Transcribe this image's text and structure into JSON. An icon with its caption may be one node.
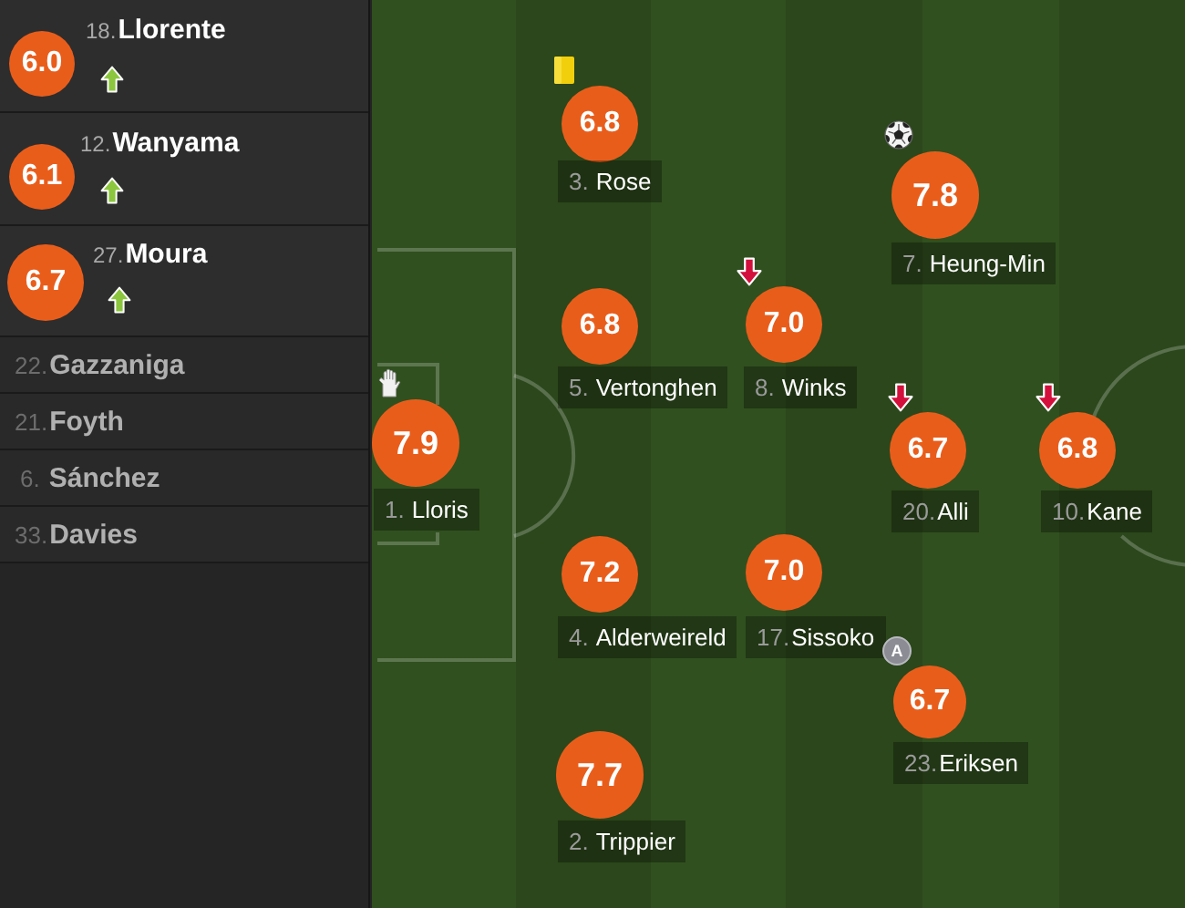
{
  "diagram": {
    "nodes": [
      {
        "text": [
          "18.",
          "Llorente"
        ]
      },
      {
        "text": [
          "6.0"
        ],
        "in": 0
      },
      {
        "text": [
          "12.",
          "Wanyama"
        ]
      },
      {
        "text": [
          "6.1"
        ],
        "in": 2
      },
      {
        "text": [
          "27.",
          "Moura"
        ]
      },
      {
        "text": [
          "6.7"
        ],
        "in": 4
      },
      {
        "text": [
          "22.",
          "Gazzaniga"
        ]
      },
      {
        "text": [
          "21.",
          "Foyth"
        ]
      },
      {
        "text": [
          "6.",
          "Sánchez"
        ]
      },
      {
        "text": [
          "33.",
          "Davies"
        ]
      },
      {
        "text": [
          "6.8"
        ]
      },
      {
        "text": [
          "3.",
          "Rose"
        ]
      },
      {
        "text": [
          "7.8"
        ]
      },
      {
        "text": [
          "7.",
          "Heung-Min"
        ]
      },
      {
        "text": [
          "6.8"
        ]
      },
      {
        "text": [
          "5.",
          "Vertonghen"
        ]
      },
      {
        "text": [
          "7.0"
        ]
      },
      {
        "text": [
          "8.",
          "Winks"
        ]
      },
      {
        "text": [
          "7.9"
        ]
      },
      {
        "text": [
          "1.",
          "Lloris"
        ]
      },
      {
        "text": [
          "6.7"
        ]
      },
      {
        "text": [
          "20.",
          "Alli"
        ]
      },
      {
        "text": [
          "6.8"
        ]
      },
      {
        "text": [
          "10.",
          "Kane"
        ]
      },
      {
        "text": [
          "7.2"
        ]
      },
      {
        "text": [
          "4.",
          "Alderweireld"
        ]
      },
      {
        "text": [
          "7.0"
        ]
      },
      {
        "text": [
          "17.",
          "Sissoko"
        ]
      },
      {
        "text": [
          "A"
        ]
      },
      {
        "text": [
          "6.7"
        ]
      },
      {
        "text": [
          "23.",
          "Eriksen"
        ]
      },
      {
        "text": [
          "7.7"
        ]
      },
      {
        "text": [
          "2.",
          "Trippier"
        ]
      }
    ]
  }
}
